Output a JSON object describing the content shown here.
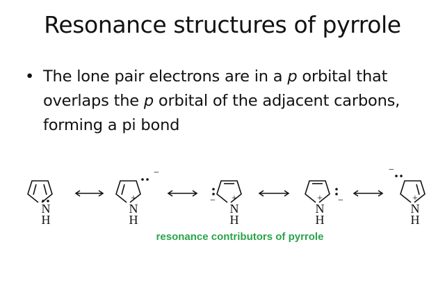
{
  "slide": {
    "title": "Resonance structures of pyrrole",
    "bullet": {
      "symbol": "•",
      "parts": [
        "The lone pair electrons are in a ",
        "p",
        " orbital that overlaps the ",
        "p",
        " orbital of the adjacent carbons, forming a pi bond"
      ]
    },
    "caption": "resonance contributors of pyrrole",
    "caption_color": "#2aa34a"
  },
  "structures": [
    {
      "n": "N",
      "h": "H",
      "charge": ""
    },
    {
      "n": "N",
      "h": "H",
      "charge": "+"
    },
    {
      "n": "N",
      "h": "H",
      "charge": "+"
    },
    {
      "n": "N",
      "h": "H",
      "charge": "+"
    },
    {
      "n": "N",
      "h": "H",
      "charge": "+"
    }
  ],
  "minus_sign": "−",
  "arrow_icon": "double-headed-arrow-icon"
}
